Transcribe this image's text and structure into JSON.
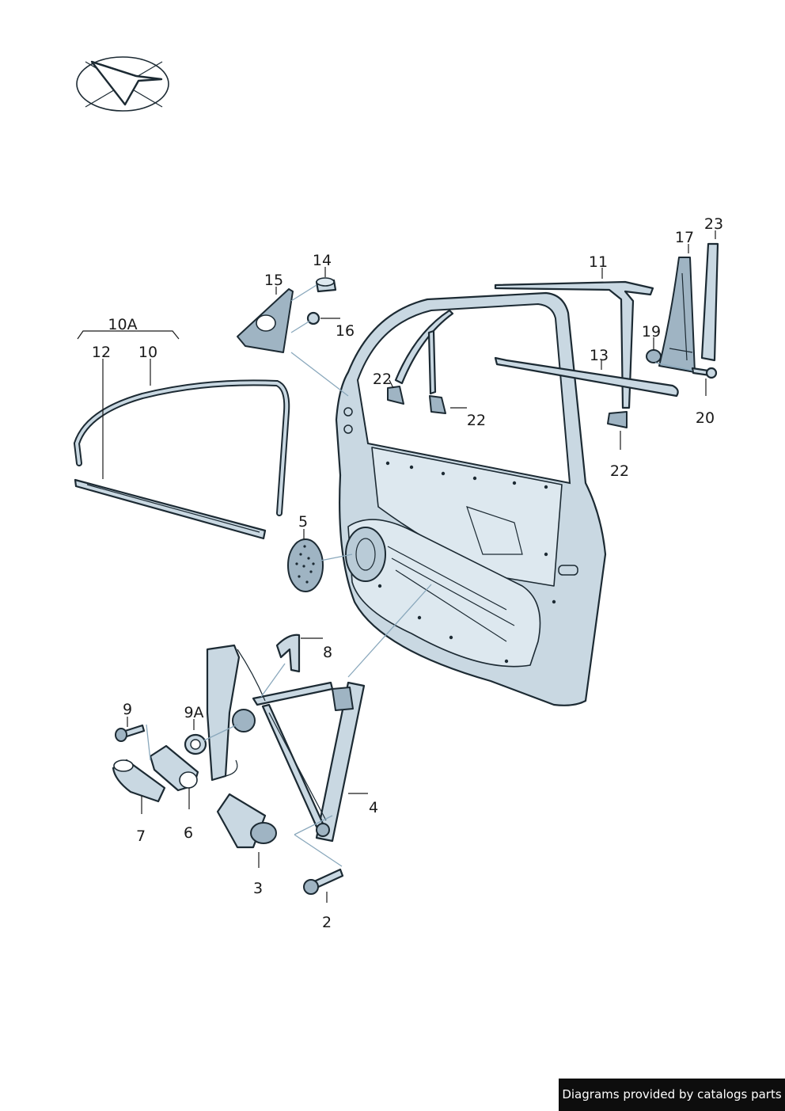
{
  "callouts": {
    "c2": "2",
    "c3": "3",
    "c4": "4",
    "c5": "5",
    "c6": "6",
    "c7": "7",
    "c8": "8",
    "c9": "9",
    "c9a": "9A",
    "c10": "10",
    "c10a": "10A",
    "c11": "11",
    "c12": "12",
    "c13": "13",
    "c14": "14",
    "c15": "15",
    "c16": "16",
    "c17": "17",
    "c19": "19",
    "c20": "20",
    "c22a": "22",
    "c22b": "22",
    "c22c": "22",
    "c23": "23"
  },
  "footer": {
    "credit": "Diagrams provided by catalogs parts"
  },
  "colors": {
    "part_fill": "#c9d8e2",
    "outline": "#1c2a33",
    "leader_dash": "#8aa8bc",
    "credit_bg": "#0d0d0d"
  },
  "icons": {
    "logo": "paper-plane-in-ellipse-icon"
  }
}
